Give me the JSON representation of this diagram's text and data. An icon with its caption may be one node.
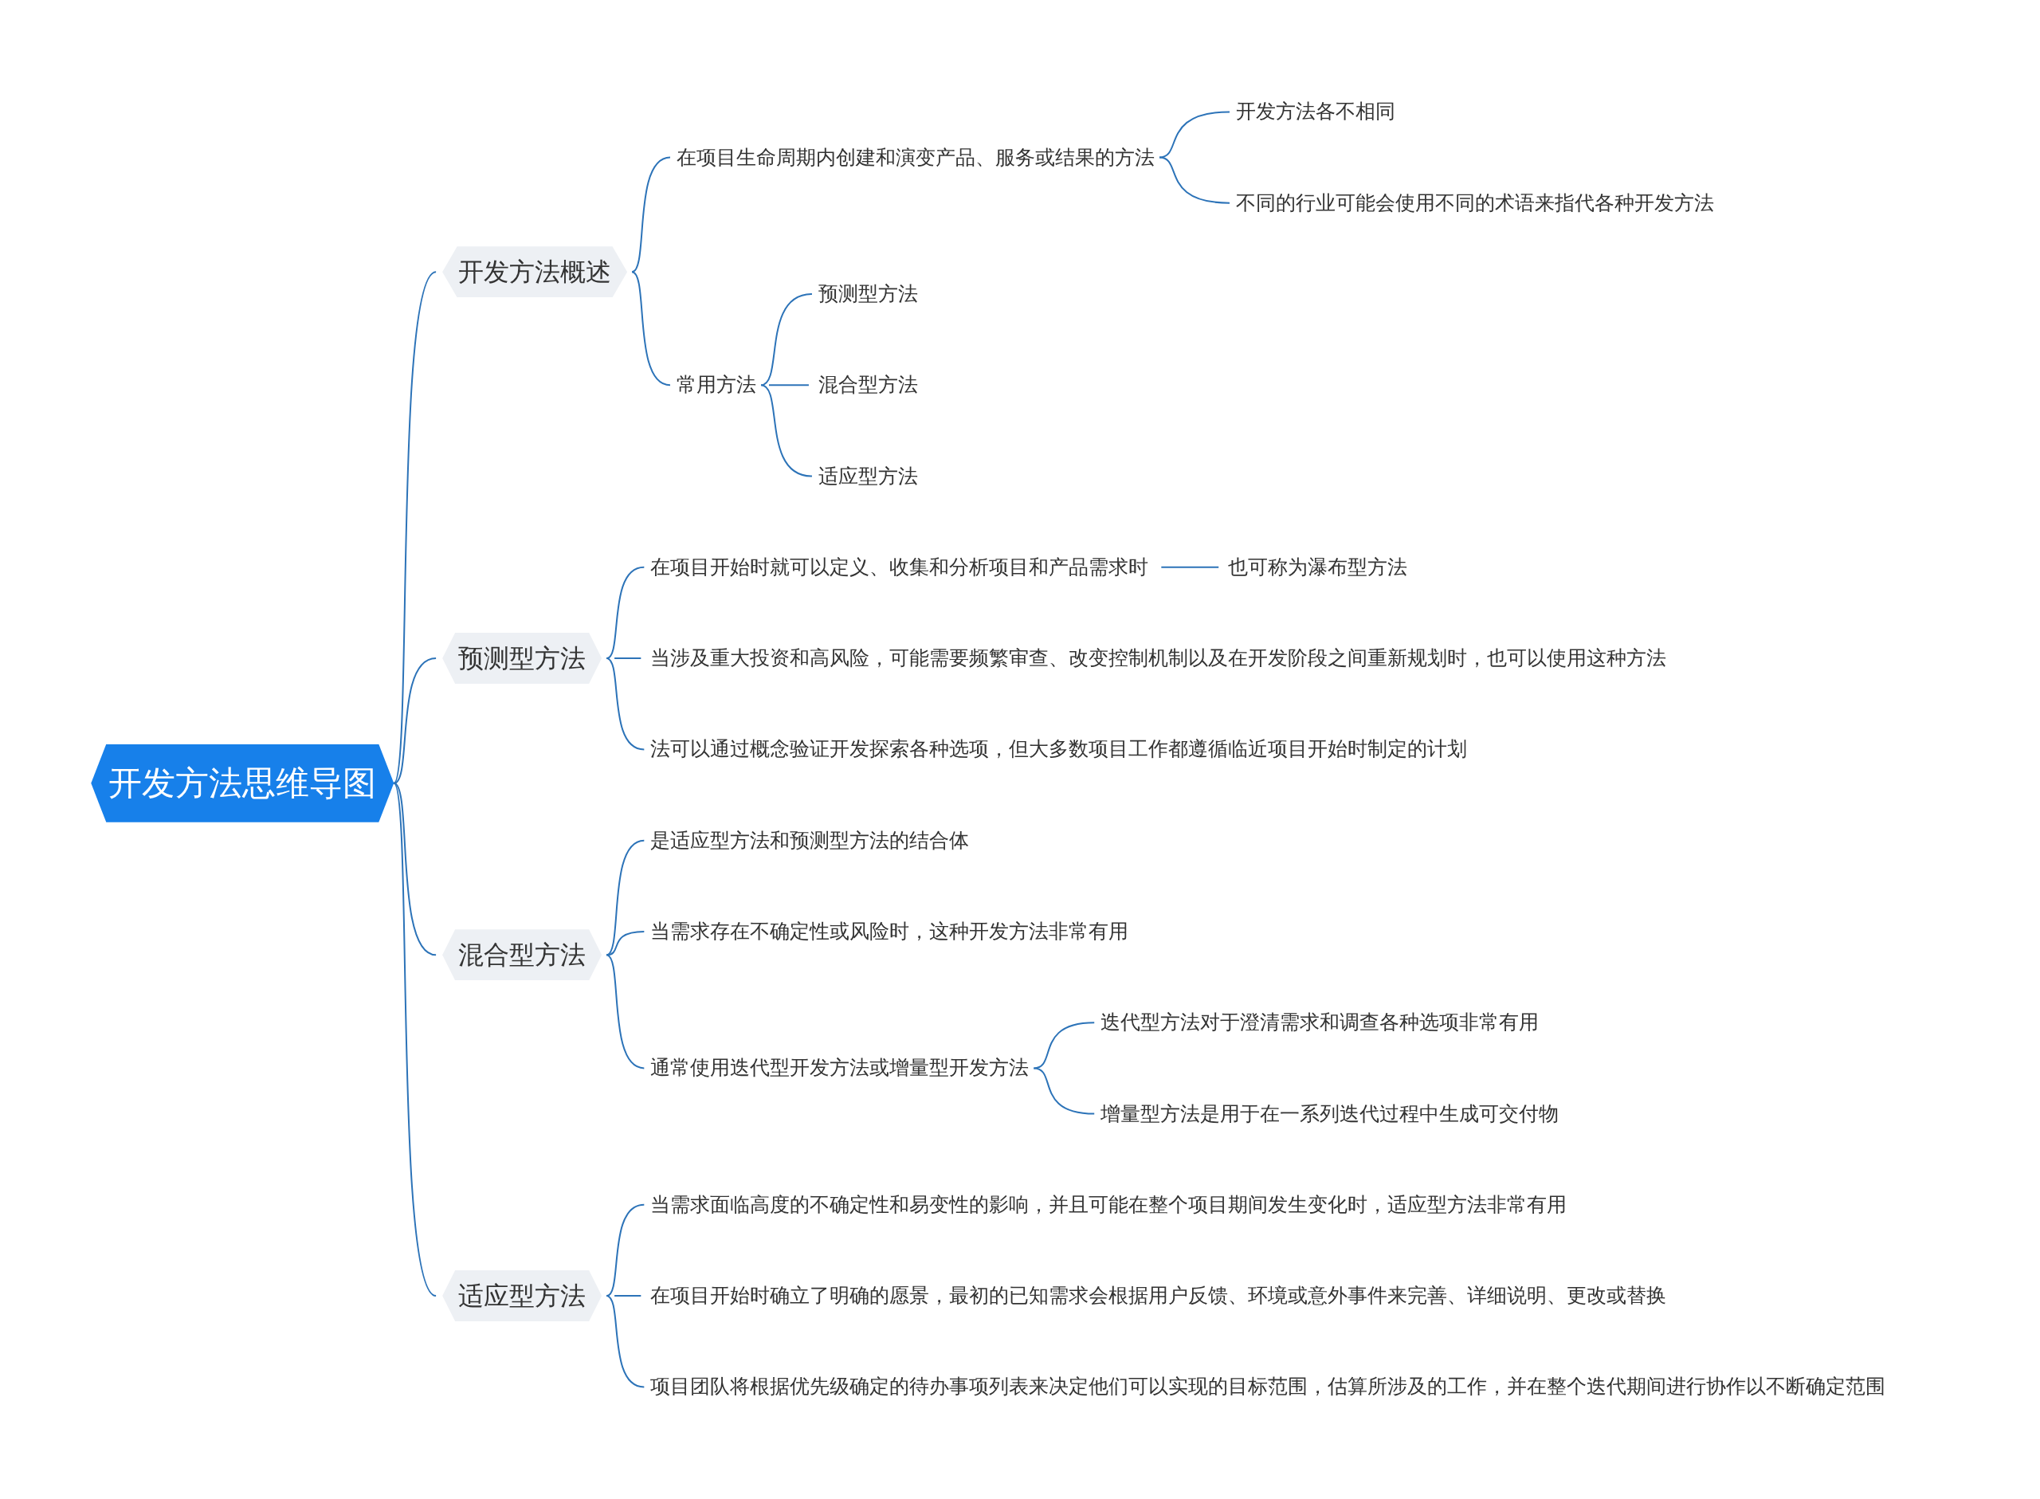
{
  "diagram": {
    "nodes": [
      {
        "text": [
          "开发方法思维导图"
        ]
      },
      {
        "text": [
          "开发方法概述"
        ]
      },
      {
        "text": [
          "在项目生命周期内创建和演变产品、服务或结果的方法"
        ]
      },
      {
        "text": [
          "开发方法各不相同"
        ]
      },
      {
        "text": [
          "不同的行业可能会使用不同的术语来指代各种开发方法"
        ]
      },
      {
        "text": [
          "常用方法"
        ]
      },
      {
        "text": [
          "预测型方法"
        ]
      },
      {
        "text": [
          "混合型方法"
        ]
      },
      {
        "text": [
          "适应型方法"
        ]
      },
      {
        "text": [
          "预测型方法"
        ]
      },
      {
        "text": [
          "在项目开始时就可以定义、收集和分析项目和产品需求时"
        ]
      },
      {
        "text": [
          "也可称为瀑布型方法"
        ]
      },
      {
        "text": [
          "当涉及重大投资和高风险，可能需要频繁审查、改变控制机制以及在开发阶段之间重新规划时，也可以使用这种方法"
        ]
      },
      {
        "text": [
          "法可以通过概念验证开发探索各种选项，但大多数项目工作都遵循临近项目开始时制定的计划"
        ]
      },
      {
        "text": [
          "混合型方法"
        ]
      },
      {
        "text": [
          "是适应型方法和预测型方法的结合体"
        ]
      },
      {
        "text": [
          "当需求存在不确定性或风险时，这种开发方法非常有用"
        ]
      },
      {
        "text": [
          "通常使用迭代型开发方法或增量型开发方法"
        ]
      },
      {
        "text": [
          "迭代型方法对于澄清需求和调查各种选项非常有用"
        ]
      },
      {
        "text": [
          "增量型方法是用于在一系列迭代过程中生成可交付物"
        ]
      },
      {
        "text": [
          "适应型方法"
        ]
      },
      {
        "text": [
          "当需求面临高度的不确定性和易变性的影响，并且可能在整个项目期间发生变化时，适应型方法非常有用"
        ]
      },
      {
        "text": [
          "在项目开始时确立了明确的愿景，最初的已知需求会根据用户反馈、环境或意外事件来完善、详细说明、更改或替换"
        ]
      },
      {
        "text": [
          "项目团队将根据优先级确定的待办事项列表来决定他们可以实现的目标范围，估算所涉及的工作，并在整个迭代期间进行协作以不断确定范围"
        ]
      }
    ],
    "edges": [
      {
        "from": 0,
        "to": 1,
        "arrow": "none"
      },
      {
        "from": 1,
        "to": 2,
        "arrow": "none"
      },
      {
        "from": 2,
        "to": 3,
        "arrow": "none"
      },
      {
        "from": 2,
        "to": 4,
        "arrow": "none"
      },
      {
        "from": 1,
        "to": 5,
        "arrow": "none"
      },
      {
        "from": 5,
        "to": 6,
        "arrow": "none"
      },
      {
        "from": 5,
        "to": 7,
        "arrow": "none"
      },
      {
        "from": 5,
        "to": 8,
        "arrow": "none"
      },
      {
        "from": 0,
        "to": 9,
        "arrow": "none"
      },
      {
        "from": 9,
        "to": 10,
        "arrow": "none"
      },
      {
        "from": 10,
        "to": 11,
        "arrow": "none"
      },
      {
        "from": 9,
        "to": 12,
        "arrow": "none"
      },
      {
        "from": 9,
        "to": 13,
        "arrow": "none"
      },
      {
        "from": 0,
        "to": 14,
        "arrow": "none"
      },
      {
        "from": 14,
        "to": 15,
        "arrow": "none"
      },
      {
        "from": 14,
        "to": 16,
        "arrow": "none"
      },
      {
        "from": 14,
        "to": 17,
        "arrow": "none"
      },
      {
        "from": 17,
        "to": 18,
        "arrow": "none"
      },
      {
        "from": 17,
        "to": 19,
        "arrow": "none"
      },
      {
        "from": 0,
        "to": 20,
        "arrow": "none"
      },
      {
        "from": 20,
        "to": 21,
        "arrow": "none"
      },
      {
        "from": 20,
        "to": 22,
        "arrow": "none"
      },
      {
        "from": 20,
        "to": 23,
        "arrow": "none"
      }
    ]
  }
}
